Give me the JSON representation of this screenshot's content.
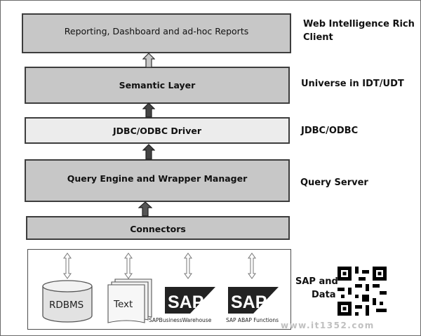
{
  "layers": {
    "reporting": "Reporting, Dashboard and ad-hoc Reports",
    "semantic": "Semantic Layer",
    "driver": "JDBC/ODBC Driver",
    "query_engine": "Query Engine and Wrapper Manager",
    "connectors": "Connectors"
  },
  "side_labels": {
    "webi_line1": "Web Intelligence Rich",
    "webi_line2": "Client",
    "universe": "Universe in IDT/UDT",
    "jdbc": "JDBC/ODBC",
    "query_server": "Query Server",
    "sap_line1": "SAP and",
    "sap_line2": "Data"
  },
  "sources": {
    "rdbms": "RDBMS",
    "text": "Text",
    "sap_logo": "SAP",
    "sap_bw": "SAPBusinessWarehouse",
    "sap_abap": "SAP ABAP Functions"
  },
  "watermark": "www.it1352.com"
}
